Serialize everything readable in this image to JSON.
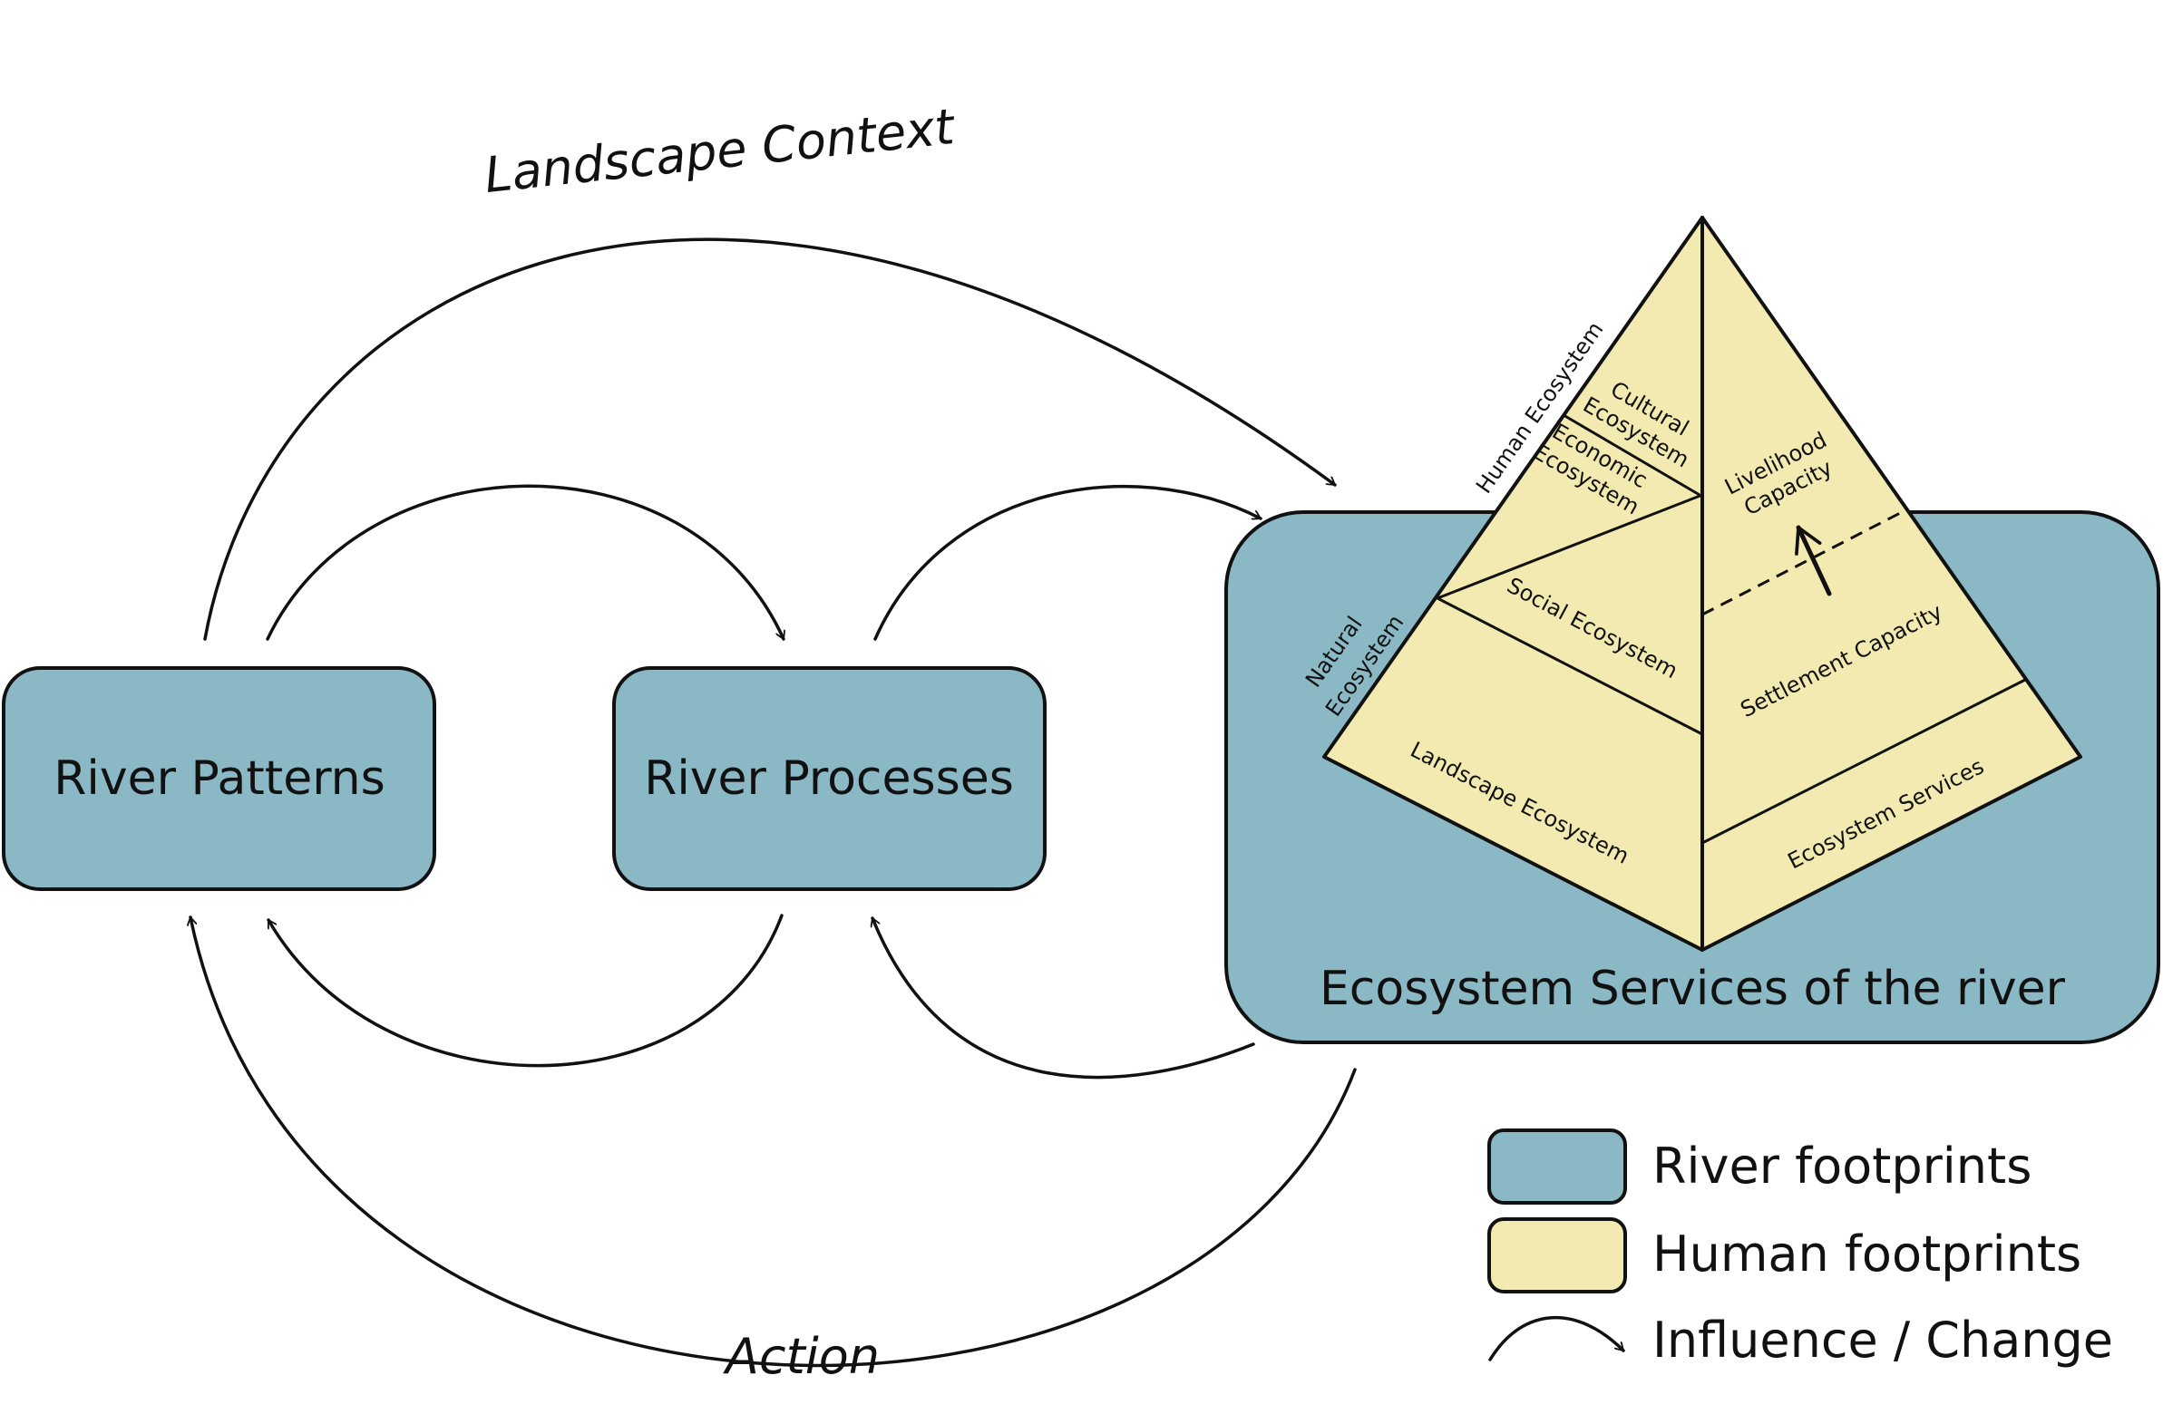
{
  "boxes": {
    "river_patterns": "River Patterns",
    "river_processes": "River Processes",
    "ecosystem_services": "Ecosystem Services of the river"
  },
  "curve_labels": {
    "top": "Landscape Context",
    "bottom": "Action"
  },
  "pyramid": {
    "edge_labels": {
      "human": "Human Ecosystem",
      "natural_line1": "Natural",
      "natural_line2": "Ecosystem"
    },
    "left_face": {
      "cultural_line1": "Cultural",
      "cultural_line2": "Ecosystem",
      "economic_line1": "Economic",
      "economic_line2": "Ecosystem",
      "social": "Social Ecosystem",
      "landscape": "Landscape Ecosystem"
    },
    "right_face": {
      "livelihood_line1": "Livelihood",
      "livelihood_line2": "Capacity",
      "settlement": "Settlement Capacity",
      "ecosystem_services": "Ecosystem Services"
    }
  },
  "legend": {
    "river": "River footprints",
    "human": "Human footprints",
    "influence": "Influence / Change"
  },
  "colors": {
    "river": "#8ab8c4",
    "human": "#f2eab0",
    "stroke": "#111111"
  }
}
